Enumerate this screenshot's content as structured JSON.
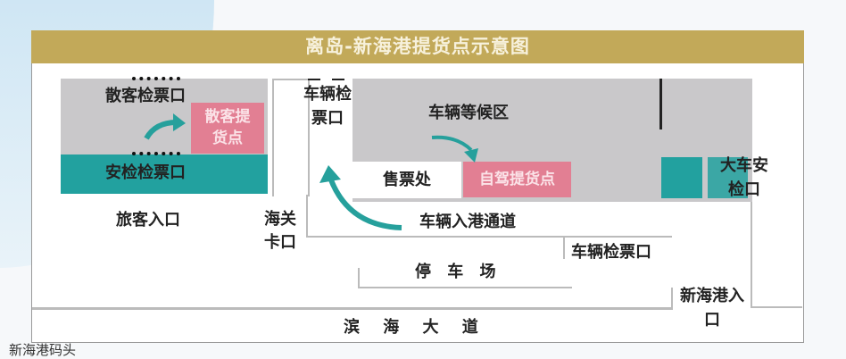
{
  "title": "离岛-新海港提货点示意图",
  "labels": {
    "walkin_ticket_gate": "散客检票口",
    "walkin_pickup": "散客提货点",
    "security_ticket_gate": "安检检票口",
    "passenger_entrance": "旅客入口",
    "customs": "海关卡口",
    "vehicle_ticket_gate_top": "车辆检票口",
    "vehicle_waiting_area": "车辆等候区",
    "ticket_office": "售票处",
    "selfdrive_pickup": "自驾提货点",
    "truck_security": "大车安检口",
    "vehicle_port_lane": "车辆入港通道",
    "vehicle_ticket_gate": "车辆检票口",
    "parking": "停 车 场",
    "binhai_avenue": "滨 海 大 道",
    "xinhai_port_entrance": "新海港入口",
    "bottom_caption": "新海港码头"
  },
  "colors": {
    "header": "#c2a959",
    "teal": "#22a19f",
    "pink": "#e27f93",
    "gray": "#c9c8ca"
  }
}
